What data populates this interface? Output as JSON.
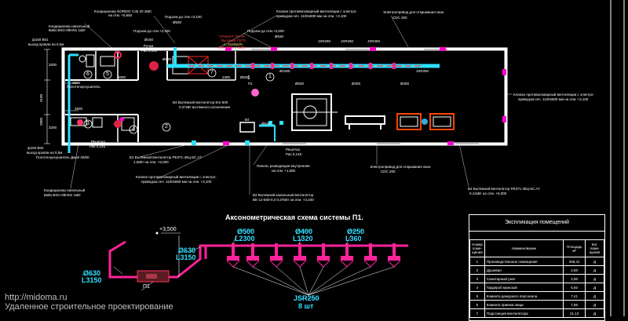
{
  "plan": {
    "top_labels": [
      "Кондиционер NORDIC C45 20  2кВт",
      "на отм. +0,650",
      "Подъем до отм.+3,100",
      "Ø630",
      "Клапан противопожарный вентиляции с электро-",
      "приводом сеч. 1100x600 мм на отм. +3,100",
      "Электропривод для открывания окон",
      "CDC 200",
      "Подъем до отм.+3,500",
      "Ø630",
      "Подъем до отм.+2,400",
      "Ø160"
    ],
    "left_labels": [
      "Кондиционер напольный",
      "Ballu BSG-09HN1 1кВт",
      "ф160 В01",
      "выход кровли на 0,5м",
      "Полотенцесушитель",
      "ф160 В02",
      "выход кровли на 0,5м",
      "Полотенцесушитель Джой 40/50",
      "Кондиционер напольный",
      "Ballu BSG-09HN1 1кВт"
    ],
    "unit_labels": [
      "\"LTNKG3\" П1-ЛУ",
      "Вытяжка П1П2",
      "L=3150м3/ч",
      "400-0,9/4=7,5кВт"
    ],
    "mid_labels": [
      "В4  Вытяжной вентилятор Ere 500",
      "0,37кВт вытяжного исполнения",
      "Клапан противопожарный вентиляции с электро-",
      "приводом сеч. 1100x600 мм на отм. +3,100",
      "Ø630",
      "Решетка",
      "Рах 0,145",
      "Панель разводящая внутренняя",
      "на отм. +1,660",
      "В3  Вытяжной канальный вентилятор",
      "ВЕ-12-500-0,3 0,37кВт на отм. +3,100",
      "В1  Вытяжной вентилятор РЕ371-45Ц-6С.А7",
      "1,0кВт на отм. +5,000",
      "Электропривод для открывания окон",
      "CDC 200",
      "В2  Вытяжной вентилятор PE371-45Ц-6С.А7",
      "0,12кВт на отм. +5,000"
    ],
    "right_labels": [
      "Клапан противопожарный вентиляции с электро-",
      "приводом сеч. 1100x600 мм на отм. +3,100"
    ],
    "dims": [
      "3100",
      "2800",
      "2500",
      "3200",
      "2500",
      "3000",
      "2300",
      "3200"
    ],
    "pipe_labels": [
      "JSR250",
      "JSR250",
      "JSR250",
      "JSR250",
      "Ø400",
      "Ø400",
      "Ø630",
      "Ø630",
      "Ø630",
      "Ø1000"
    ],
    "room_numbers": [
      "6",
      "5",
      "3",
      "4",
      "1",
      "2",
      "7",
      "1"
    ],
    "small_labels": [
      "Ручка",
      "Рах 0,145",
      "Решетка",
      "Рах 0,145"
    ],
    "tags": [
      "П1",
      "В4"
    ]
  },
  "scheme": {
    "title": "Аксонометрическая схема системы П1.",
    "elev": "+3,500",
    "d1": "Ø630",
    "l1": "L3150",
    "d2": "Ø630",
    "l2": "L3150",
    "d3": "Ø500",
    "l3": "L2300",
    "d4": "Ø400",
    "l4": "L1320",
    "d5": "Ø250",
    "l5": "L360",
    "unit_tag": "П1",
    "grille": "JSR250",
    "grille_count": "8 шт"
  },
  "legend": {
    "title": "Экспликация помещений",
    "headers": [
      "Номер поме-щения",
      "Наименование",
      "Площадь м²",
      "Кат. поме-щения"
    ],
    "rows": [
      [
        "1",
        "Производственное помещение",
        "258,41",
        "Д"
      ],
      [
        "2",
        "Душевая",
        "2,00",
        "Д"
      ],
      [
        "3",
        "Санитарный узел",
        "2,00",
        "Д"
      ],
      [
        "4",
        "Гардероб мужской",
        "6,93",
        "Д"
      ],
      [
        "5",
        "Комната дежурного персонала",
        "7,41",
        "Д"
      ],
      [
        "6",
        "Комната приема пищи",
        "7,56",
        "Д"
      ],
      [
        "7",
        "Подстанция вентилятора",
        "21,13",
        "Д"
      ]
    ]
  },
  "watermark": {
    "line1": "http://midoma.ru",
    "line2": "Удаленное строительное проектирование"
  }
}
